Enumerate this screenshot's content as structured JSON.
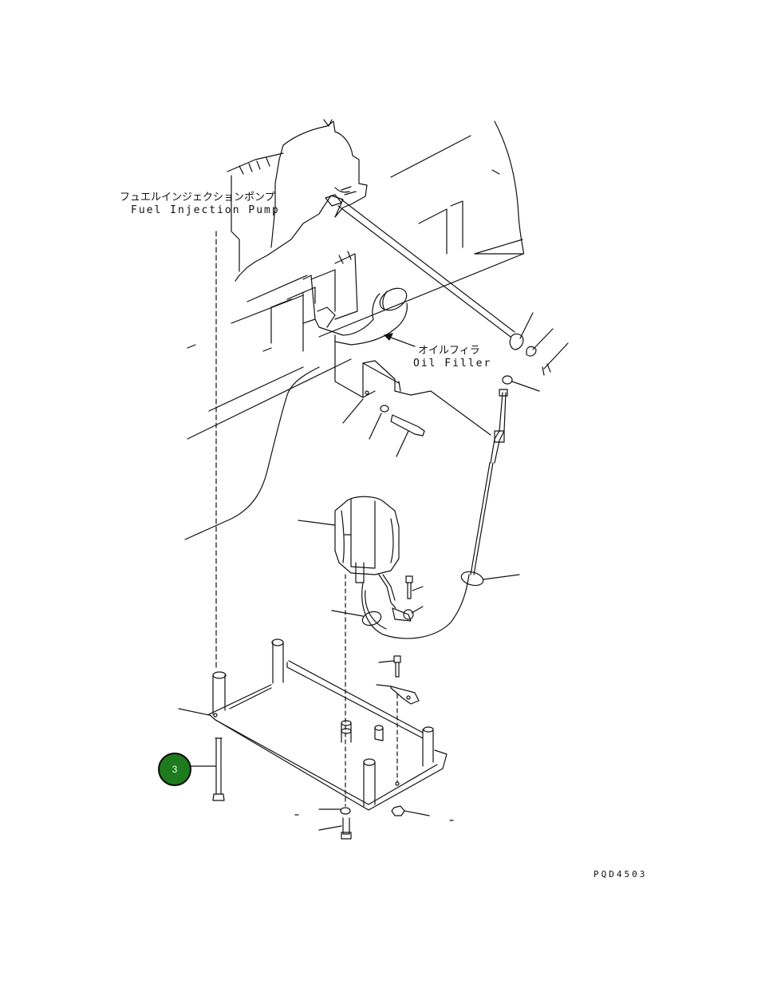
{
  "labels": {
    "fuel_pump_jp": "フュエルインジェクションポンプ",
    "fuel_pump_en": "Fuel Injection Pump",
    "oil_filler_jp": "オイルフィラ",
    "oil_filler_en": "Oil Filler",
    "drawing_code": "PQD4503"
  },
  "callouts": [
    {
      "number": "3",
      "color": "#1d7a1d"
    }
  ],
  "colors": {
    "line": "#111111",
    "callout_fill": "#1d7a1d",
    "background": "#ffffff"
  }
}
